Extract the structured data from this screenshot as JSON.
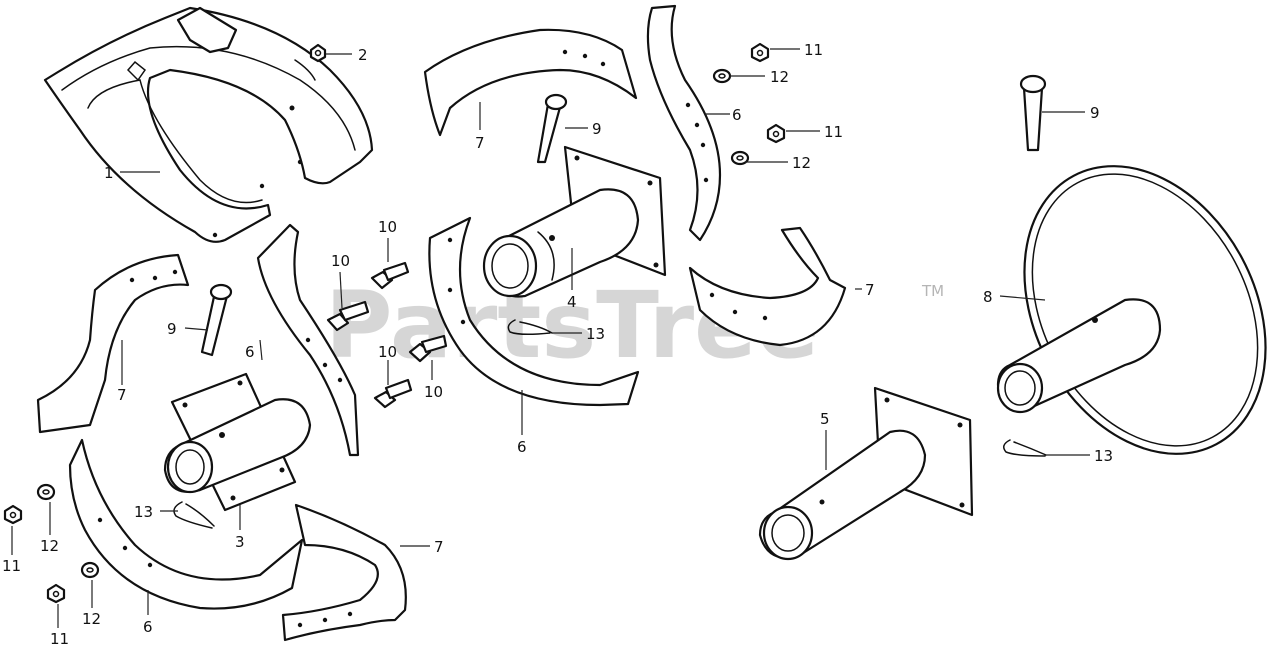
{
  "watermark": {
    "text": "PartsTree",
    "mark": "TM"
  },
  "callouts": [
    {
      "id": "c1",
      "text": "1"
    },
    {
      "id": "c2",
      "text": "2"
    },
    {
      "id": "c3",
      "text": "3"
    },
    {
      "id": "c4",
      "text": "4"
    },
    {
      "id": "c5",
      "text": "5"
    },
    {
      "id": "c6a",
      "text": "6"
    },
    {
      "id": "c6b",
      "text": "6"
    },
    {
      "id": "c6c",
      "text": "6"
    },
    {
      "id": "c6d",
      "text": "6"
    },
    {
      "id": "c7a",
      "text": "7"
    },
    {
      "id": "c7b",
      "text": "7"
    },
    {
      "id": "c7c",
      "text": "7"
    },
    {
      "id": "c7d",
      "text": "7"
    },
    {
      "id": "c8",
      "text": "8"
    },
    {
      "id": "c9a",
      "text": "9"
    },
    {
      "id": "c9b",
      "text": "9"
    },
    {
      "id": "c9c",
      "text": "9"
    },
    {
      "id": "c10a",
      "text": "10"
    },
    {
      "id": "c10b",
      "text": "10"
    },
    {
      "id": "c10c",
      "text": "10"
    },
    {
      "id": "c10d",
      "text": "10"
    },
    {
      "id": "c11a",
      "text": "11"
    },
    {
      "id": "c11b",
      "text": "11"
    },
    {
      "id": "c11c",
      "text": "11"
    },
    {
      "id": "c11d",
      "text": "11"
    },
    {
      "id": "c12a",
      "text": "12"
    },
    {
      "id": "c12b",
      "text": "12"
    },
    {
      "id": "c12c",
      "text": "12"
    },
    {
      "id": "c12d",
      "text": "12"
    },
    {
      "id": "c13a",
      "text": "13"
    },
    {
      "id": "c13b",
      "text": "13"
    },
    {
      "id": "c13c",
      "text": "13"
    }
  ]
}
